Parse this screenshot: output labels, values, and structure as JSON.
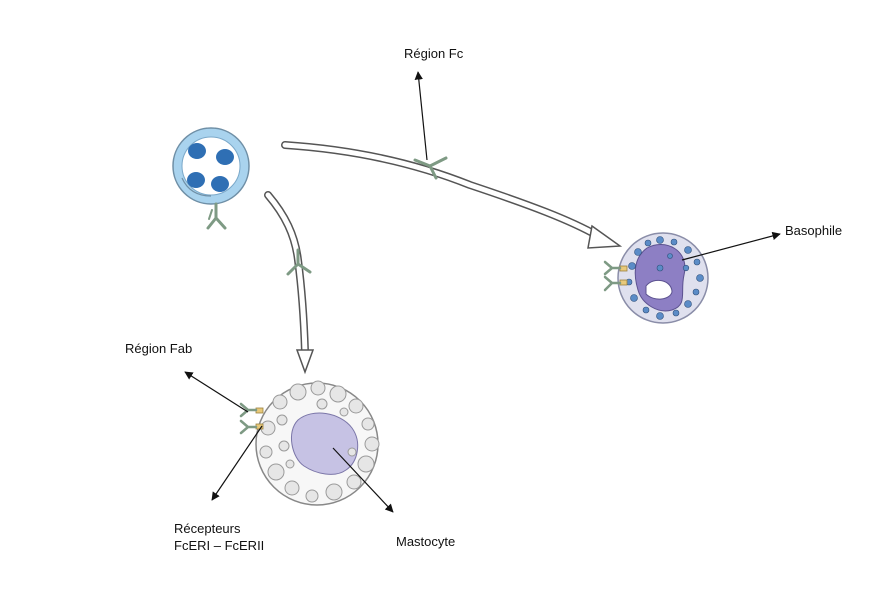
{
  "labels": {
    "fc_region": "Région Fc",
    "basophile": "Basophile",
    "fab_region": "Région Fab",
    "mastocyte": "Mastocyte",
    "receptors_line1": "Récepteurs",
    "receptors_line2": "FcERI – FcERII"
  },
  "colors": {
    "plasma_cell_ring": "#a9d3ee",
    "plasma_cell_nucleus": "#2f6fb4",
    "antibody": "#7e9a84",
    "receptor": "#e8c97a",
    "basophil_body": "#dfe0ee",
    "basophil_nucleus": "#8d7fc4",
    "basophil_granule": "#5b8cc7",
    "mast_nucleus": "#c6c2e4",
    "mast_granule": "#e6e6e6"
  }
}
